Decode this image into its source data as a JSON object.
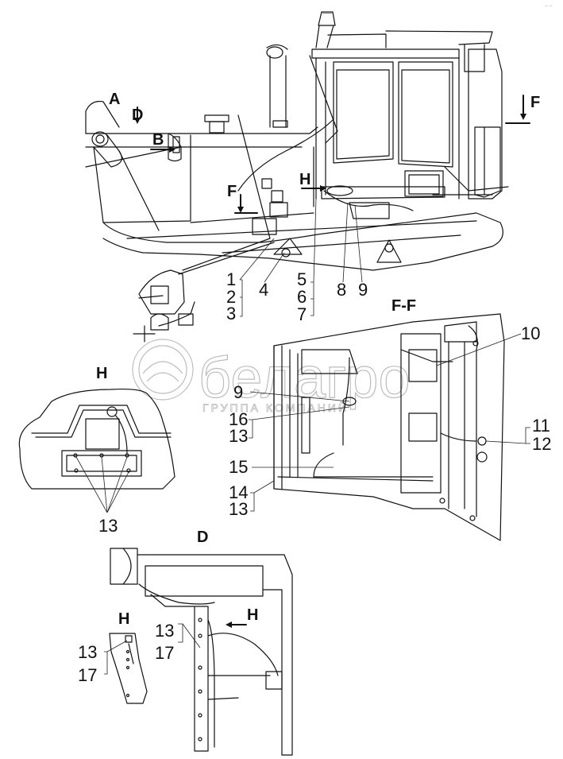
{
  "diagram": {
    "type": "exploded wiring / parts diagram",
    "corner_mark": "-- --",
    "views": {
      "A": "A",
      "B": "B",
      "D_arrow": "D",
      "F_left": "F",
      "F_right": "F",
      "H_arrow_main": "H",
      "section_FF": "F-F",
      "detail_H_left": "H",
      "view_D": "D",
      "detail_H_bottom": "H",
      "H_arrow_D": "H"
    },
    "callouts": {
      "c1": "1",
      "c2": "2",
      "c3": "3",
      "c4": "4",
      "c5": "5",
      "c6": "6",
      "c7": "7",
      "c8": "8",
      "c9": "9",
      "ff_9": "9",
      "ff_16": "16",
      "ff_13a": "13",
      "ff_15": "15",
      "ff_14": "14",
      "ff_13b": "13",
      "ff_10": "10",
      "ff_11": "11",
      "ff_12": "12",
      "h_13": "13",
      "d_13": "13",
      "d_17": "17",
      "hb_13": "13",
      "hb_17": "17"
    },
    "watermark": {
      "brand": "белагро",
      "subtitle": "ГРУППА КОМПАНИЙ"
    }
  }
}
